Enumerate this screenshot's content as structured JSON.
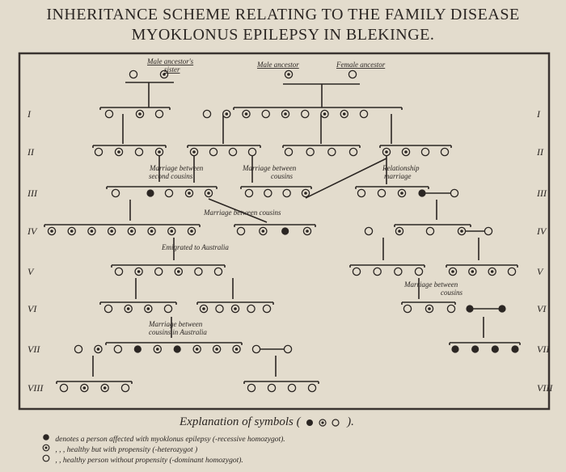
{
  "title": [
    "INHERITANCE SCHEME RELATING TO THE FAMILY DISEASE",
    "MYOKLONUS EPILEPSY IN BLEKINGE."
  ],
  "generations": [
    "I",
    "II",
    "III",
    "IV",
    "V",
    "VI",
    "VII",
    "VIII"
  ],
  "labels": {
    "male_ancestor_sister": [
      "Male ancestor's",
      "sister"
    ],
    "male_ancestor": "Male ancestor",
    "female_ancestor": "Female ancestor",
    "marriage_second_cousins": [
      "Marriage between",
      "second cousins"
    ],
    "marriage_cousins_1": [
      "Marriage between",
      "cousins"
    ],
    "relationship_marriage": [
      "Relationship",
      "marriage"
    ],
    "marriage_cousins_2": "Marriage between cousins",
    "emigrated": "Emigrated to Australia",
    "marriage_cousins_3": [
      "Marriage between",
      "cousins"
    ],
    "marriage_cousins_australia": [
      "Marriage between",
      "cousins in Australia"
    ]
  },
  "legend": {
    "title": "Explanation of symbols (",
    "title_end": ").",
    "rows": [
      {
        "symbol": "affected",
        "text": "denotes a person affected with myoklonus epilepsy (-recessive homozygot)."
      },
      {
        "symbol": "carrier",
        "text": ", ,   ,   healthy but with propensity (-heterozygot )"
      },
      {
        "symbol": "healthy",
        "text": ", ,   healthy person without propensity (-dominant homozygot)."
      }
    ]
  },
  "colors": {
    "ink": "#2b2623",
    "paper": "#e3dccd",
    "frame": "#3a3330"
  }
}
